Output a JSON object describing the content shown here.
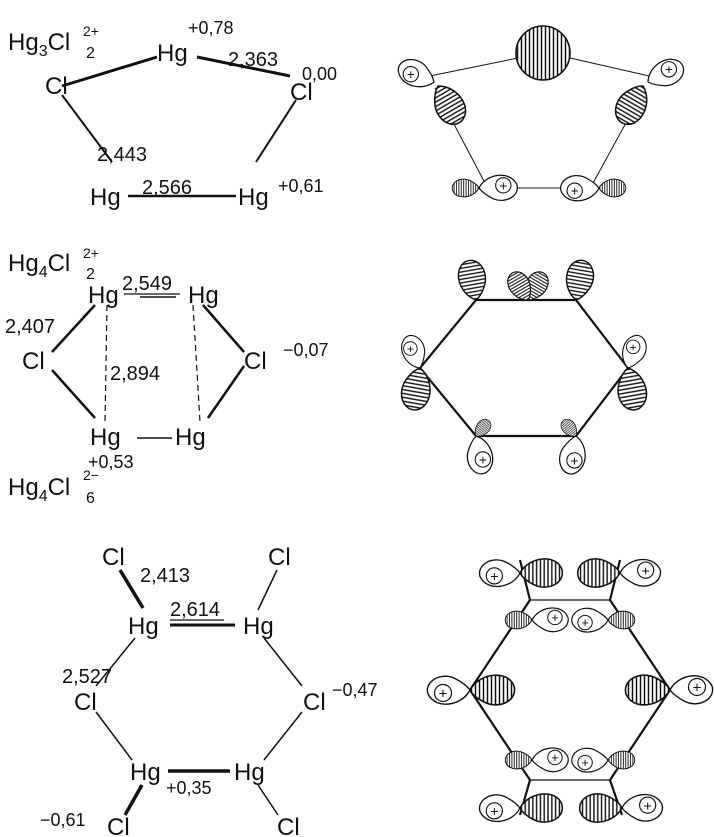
{
  "panels": [
    {
      "formula": {
        "base": "Hg",
        "sub1": "3",
        "mid": "Cl",
        "sub2": "2",
        "sup": "2+"
      },
      "atoms": [
        "Hg",
        "Cl",
        "Cl",
        "Hg",
        "Hg"
      ],
      "bond_lengths": [
        "2,363",
        "2,443",
        "2,566"
      ],
      "charges": [
        "+0,78",
        "0,00",
        "+0,61"
      ]
    },
    {
      "formula": {
        "base": "Hg",
        "sub1": "4",
        "mid": "Cl",
        "sub2": "2",
        "sup": "2+"
      },
      "atoms": [
        "Hg",
        "Hg",
        "Cl",
        "Cl",
        "Hg",
        "Hg"
      ],
      "bond_lengths": [
        "2,549",
        "2,407",
        "2,894"
      ],
      "charges": [
        "−0,07",
        "+0,53"
      ]
    },
    {
      "formula": {
        "base": "Hg",
        "sub1": "4",
        "mid": "Cl",
        "sub2": "6",
        "sup": "2−"
      },
      "atoms": [
        "Cl",
        "Cl",
        "Hg",
        "Hg",
        "Cl",
        "Cl",
        "Hg",
        "Hg",
        "Cl",
        "Cl"
      ],
      "bond_lengths": [
        "2,413",
        "2,614",
        "2,527"
      ],
      "charges": [
        "−0,47",
        "+0,35",
        "−0,61"
      ]
    }
  ],
  "orbital_sign": "+"
}
